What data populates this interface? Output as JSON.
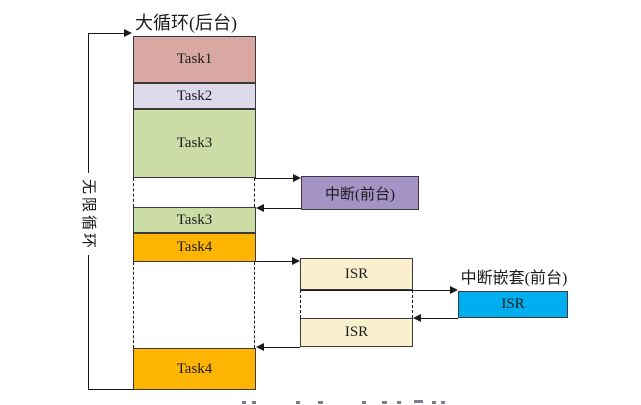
{
  "title": "大循环(后台)",
  "loop_label": "无限循环",
  "nested_interrupt_title": "中断嵌套(前台)",
  "boxes": {
    "task1": {
      "label": "Task1",
      "color": "#d9a8a2"
    },
    "task2": {
      "label": "Task2",
      "color": "#ddd8ea"
    },
    "task3_first": {
      "label": "Task3",
      "color": "#cbdca6"
    },
    "task3_second": {
      "label": "Task3",
      "color": "#cbdca6"
    },
    "task4_first": {
      "label": "Task4",
      "color": "#fdb501"
    },
    "task4_second": {
      "label": "Task4",
      "color": "#fdb501"
    },
    "interrupt": {
      "label": "中断(前台)",
      "color": "#a493c4"
    },
    "isr_first": {
      "label": "ISR",
      "color": "#fbf0cd"
    },
    "isr_second": {
      "label": "ISR",
      "color": "#fbf0cd"
    },
    "isr_nested": {
      "label": "ISR",
      "color": "#00aeef"
    }
  },
  "colors": {
    "line": "#1a1a1a",
    "border": "#3a3a3a",
    "background": "#ffffff"
  }
}
